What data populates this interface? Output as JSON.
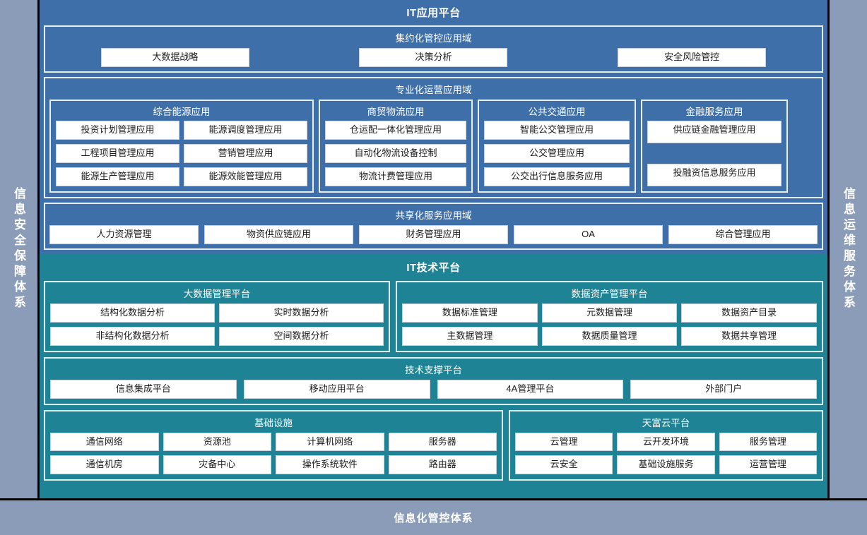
{
  "left_rail": {
    "label": "信息安全保障体系"
  },
  "right_rail": {
    "label": "信息运维服务体系"
  },
  "footer": {
    "label": "信息化管控体系"
  },
  "app_platform": {
    "title": "IT应用平台",
    "bands": {
      "intensive": {
        "title": "集约化管控应用域",
        "chips": [
          "大数据战略",
          "决策分析",
          "安全风险管控"
        ]
      },
      "professional": {
        "title": "专业化运营应用域",
        "groups": [
          {
            "title": "综合能源应用",
            "chips": [
              "投资计划管理应用",
              "能源调度管理应用",
              "工程项目管理应用",
              "营销管理应用",
              "能源生产管理应用",
              "能源效能管理应用"
            ]
          },
          {
            "title": "商贸物流应用",
            "chips": [
              "仓运配一体化管理应用",
              "自动化物流设备控制",
              "物流计费管理应用"
            ]
          },
          {
            "title": "公共交通应用",
            "chips": [
              "智能公交管理应用",
              "公交管理应用",
              "公交出行信息服务应用"
            ]
          },
          {
            "title": "金融服务应用",
            "chips": [
              "供应链金融管理应用",
              "",
              "投融资信息服务应用"
            ]
          }
        ]
      },
      "shared": {
        "title": "共享化服务应用域",
        "chips": [
          "人力资源管理",
          "物资供应链应用",
          "财务管理应用",
          "OA",
          "综合管理应用"
        ]
      }
    }
  },
  "tech_platform": {
    "title": "IT技术平台",
    "boxes": {
      "bigdata": {
        "title": "大数据管理平台",
        "chips": [
          "结构化数据分析",
          "实时数据分析",
          "非结构化数据分析",
          "空间数据分析"
        ]
      },
      "asset": {
        "title": "数据资产管理平台",
        "chips": [
          "数据标准管理",
          "元数据管理",
          "数据资产目录",
          "主数据管理",
          "数据质量管理",
          "数据共享管理"
        ]
      },
      "support": {
        "title": "技术支撑平台",
        "chips": [
          "信息集成平台",
          "移动应用平台",
          "4A管理平台",
          "外部门户"
        ]
      },
      "infra": {
        "title": "基础设施",
        "chips": [
          "通信网络",
          "资源池",
          "计算机网络",
          "服务器",
          "通信机房",
          "灾备中心",
          "操作系统软件",
          "路由器"
        ]
      },
      "cloud": {
        "title": "天富云平台",
        "chips": [
          "云管理",
          "云开发环境",
          "服务管理",
          "云安全",
          "基础设施服务",
          "运营管理"
        ]
      }
    }
  },
  "colors": {
    "page_background": "#8b9cb8",
    "app_platform_blue": "#3f6fa8",
    "tech_platform_teal": "#1e8395",
    "chip_white": "#ffffff",
    "divider_black": "#000000"
  }
}
